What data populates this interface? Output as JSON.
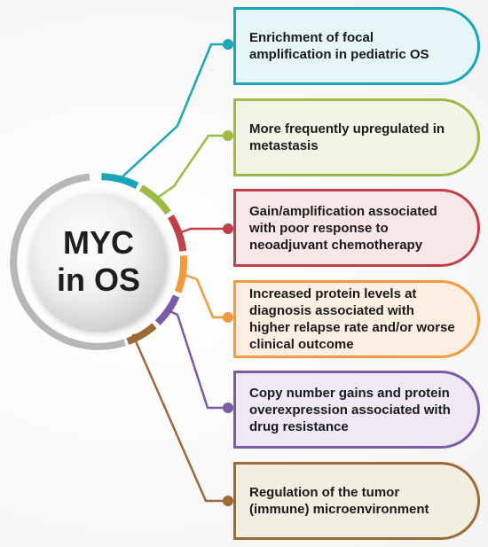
{
  "center": {
    "label": "MYC\nin OS",
    "ring_color": "#b7b7b7"
  },
  "items": [
    {
      "text": "Enrichment of focal amplification in pediatric OS",
      "color": "#1aa6b7",
      "fill": "#e6f5f8"
    },
    {
      "text": "More frequently upregulated in metastasis",
      "color": "#9bbb45",
      "fill": "#f2f5e6"
    },
    {
      "text": "Gain/amplification associated with poor response to neoadjuvant chemotherapy",
      "color": "#c0404a",
      "fill": "#f8e7e8"
    },
    {
      "text": "Increased protein levels at diagnosis associated with higher relapse rate and/or worse clinical outcome",
      "color": "#f39a3c",
      "fill": "#fcefe2"
    },
    {
      "text": "Copy number gains and protein overexpression associated with drug resistance",
      "color": "#7b5aa6",
      "fill": "#eee9f4"
    },
    {
      "text": "Regulation of the tumor (immune) microenvironment",
      "color": "#9b6a35",
      "fill": "#f3eee2"
    }
  ]
}
